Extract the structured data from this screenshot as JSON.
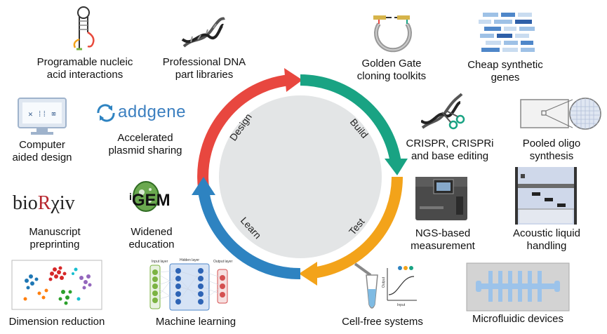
{
  "cycle": {
    "stages": [
      {
        "name": "Design",
        "color": "#e8473f"
      },
      {
        "name": "Build",
        "color": "#19a383"
      },
      {
        "name": "Test",
        "color": "#f3a31a"
      },
      {
        "name": "Learn",
        "color": "#2e83c1"
      }
    ],
    "center_color": "#e3e5e6"
  },
  "labels": {
    "programmable": "Programable nucleic\nacid interactions",
    "dna_parts": "Professional DNA\npart libraries",
    "golden_gate": "Golden Gate\ncloning toolkits",
    "cheap_genes": "Cheap synthetic\ngenes",
    "cad": "Computer\naided design",
    "plasmid": "Accelerated\nplasmid sharing",
    "crispr": "CRISPR, CRISPRi\nand base editing",
    "oligo": "Pooled oligo\nsynthesis",
    "preprint": "Manuscript\npreprinting",
    "education": "Widened\neducation",
    "ngs": "NGS-based\nmeasurement",
    "acoustic": "Acoustic liquid\nhandling",
    "dimred": "Dimension reduction",
    "ml": "Machine learning",
    "cellfree": "Cell-free systems",
    "microfluidic": "Microfluidic devices"
  },
  "logos": {
    "addgene": "addgene",
    "biorxiv_a": "bio",
    "biorxiv_b": "R",
    "biorxiv_c": "χiv",
    "igem_i": "i",
    "igem_rest": "GEM"
  },
  "icon_text": {
    "nn_input": "Input layer",
    "nn_hidden": "Hidden layer",
    "nn_output": "Output layer",
    "cf_axis_y": "Output",
    "cf_axis_x": "Input"
  }
}
